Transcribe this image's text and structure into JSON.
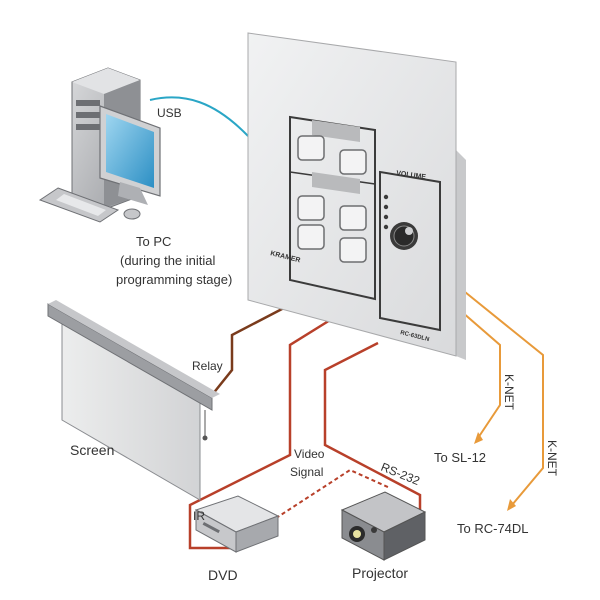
{
  "labels": {
    "usb": "USB",
    "to_pc_1": "To PC",
    "to_pc_2": "(during the initial",
    "to_pc_3": "programming stage)",
    "relay": "Relay",
    "screen": "Screen",
    "video_1": "Video",
    "video_2": "Signal",
    "rs232": "RS-232",
    "ir": "IR",
    "dvd": "DVD",
    "projector": "Projector",
    "knet_1": "K-NET",
    "knet_2": "K-NET",
    "to_sl12": "To SL-12",
    "to_rc74dl": "To RC-74DL",
    "volume": "VOLUME",
    "brand": "KRAMER",
    "model": "RC-63DLN"
  },
  "colors": {
    "usb_cable": "#2aa6c6",
    "relay_cable": "#7a3b1c",
    "signal_cable": "#b8402a",
    "knet_cable": "#e89a3a",
    "panel": "#e6e7e9"
  }
}
